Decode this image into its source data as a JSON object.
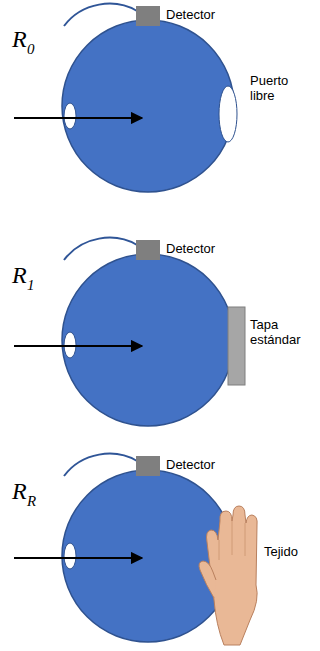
{
  "diagram": {
    "labels": [
      "R",
      "0",
      "Detector",
      "Puerto libre",
      "R",
      "1",
      "Detector",
      "Tapa estándar",
      "R",
      "R",
      "Detector",
      "Tejido"
    ]
  }
}
